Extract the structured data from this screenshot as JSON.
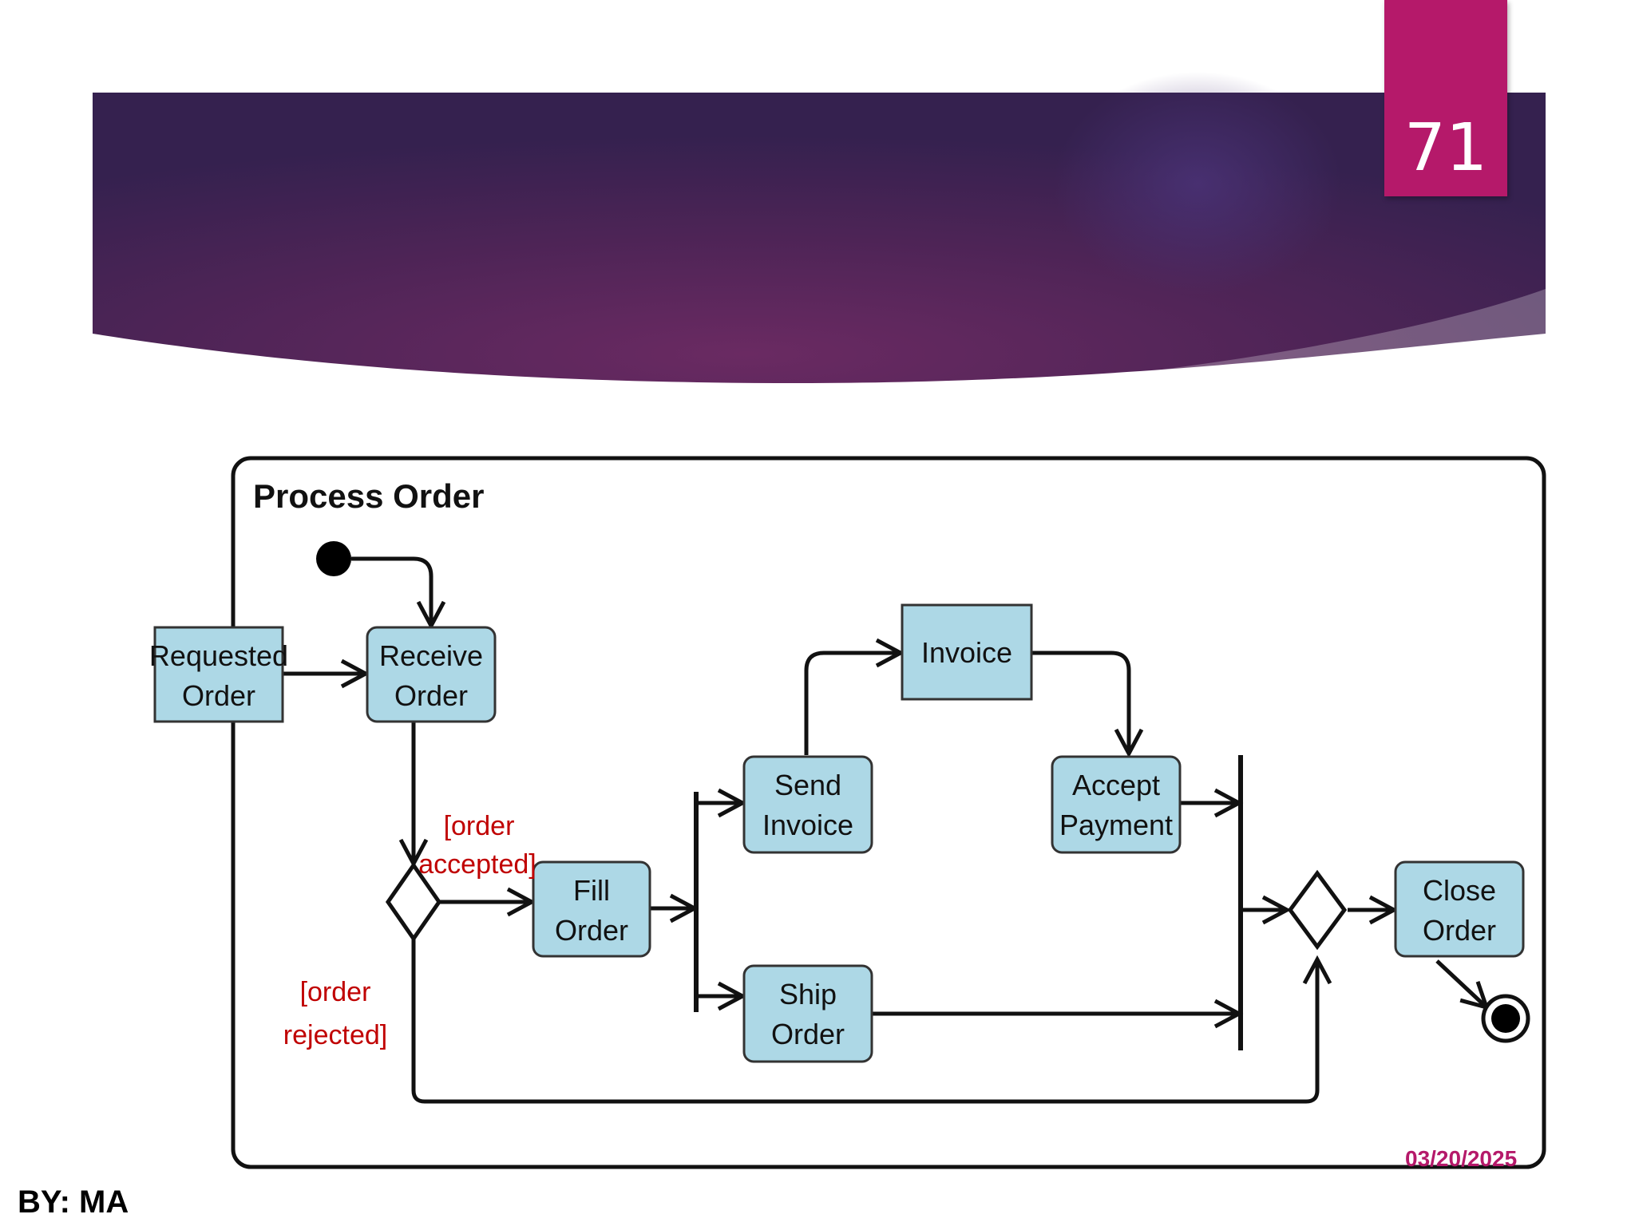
{
  "slide": {
    "page_number": "71",
    "author": "BY: MA",
    "date": "03/20/2025"
  },
  "colors": {
    "banner_dark": "#3a2050",
    "banner_mid": "#6a2a62",
    "accent": "#b5196a",
    "node_fill": "#add8e6",
    "guard_text": "#c00000"
  },
  "diagram": {
    "title": "Process Order",
    "nodes": {
      "requested_order": [
        "Requested",
        "Order"
      ],
      "receive_order": [
        "Receive",
        "Order"
      ],
      "fill_order": [
        "Fill",
        "Order"
      ],
      "send_invoice": [
        "Send",
        "Invoice"
      ],
      "invoice": [
        "Invoice"
      ],
      "accept_payment": [
        "Accept",
        "Payment"
      ],
      "ship_order": [
        "Ship",
        "Order"
      ],
      "close_order": [
        "Close",
        "Order"
      ]
    },
    "guards": {
      "accepted": [
        "[order",
        "accepted]"
      ],
      "rejected": [
        "[order",
        "rejected]"
      ]
    }
  }
}
